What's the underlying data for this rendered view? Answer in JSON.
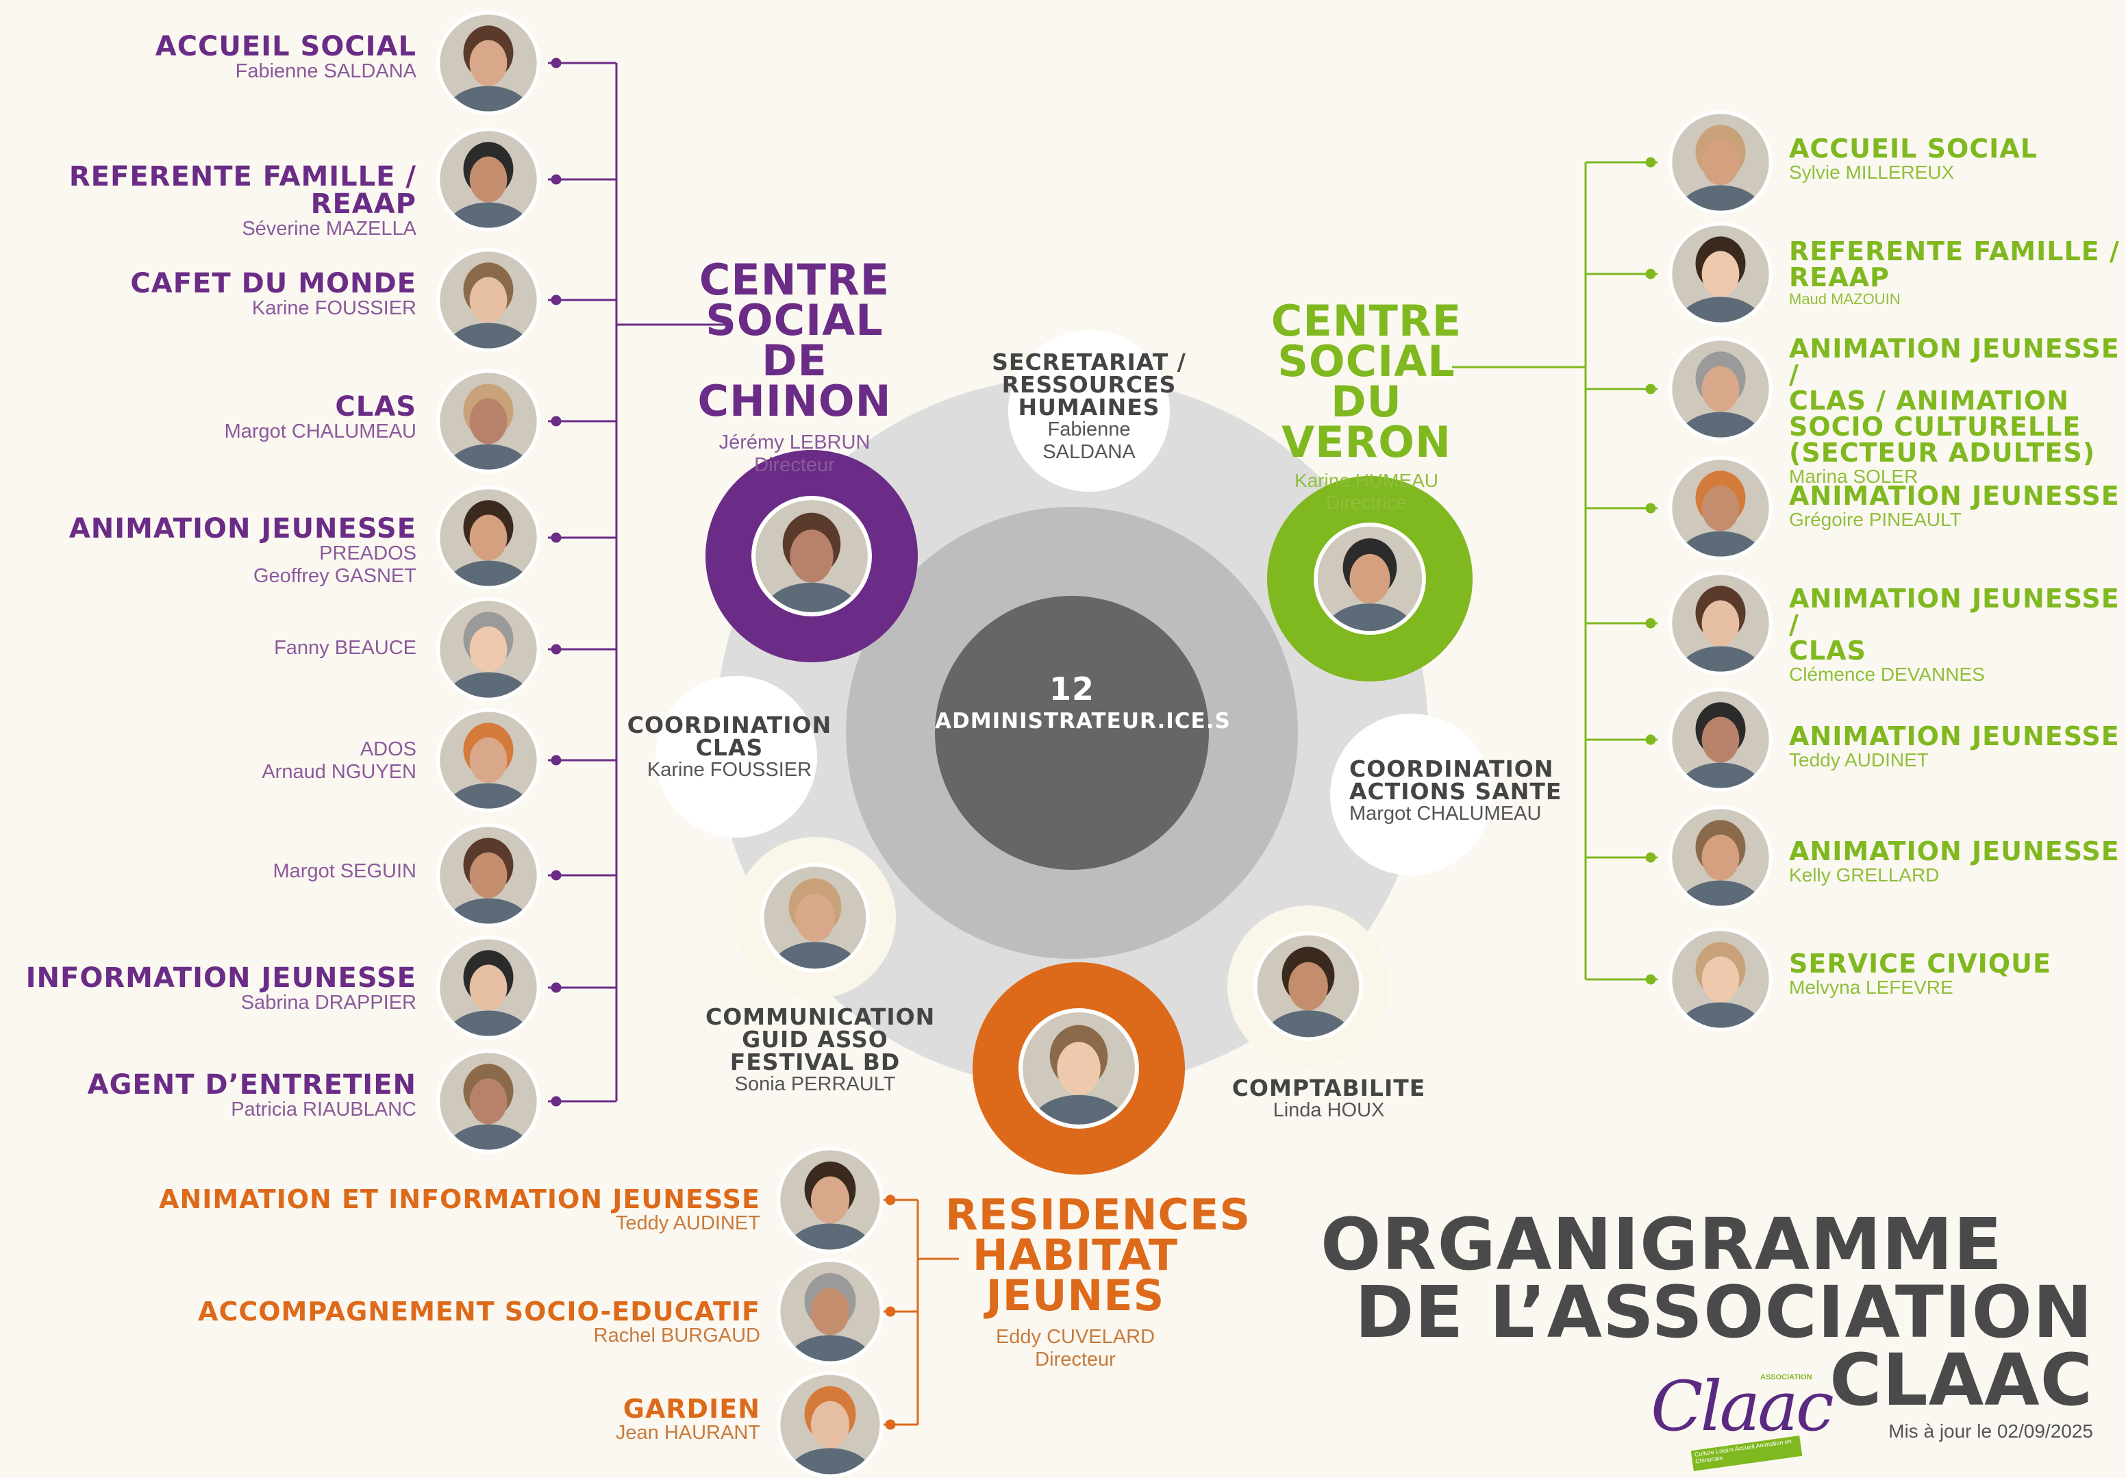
{
  "title": {
    "line1": "ORGANIGRAMME",
    "line2": "DE L’ASSOCIATION CLAAC",
    "updated": "Mis à jour le 02/09/2025"
  },
  "logo": {
    "small": "ASSOCIATION",
    "word": "Claac",
    "tagline": "Culture Loisirs Accueil Animation en Chinonais"
  },
  "center": {
    "count": "12",
    "label": "ADMINISTRATEUR.ICE.S"
  },
  "chinon": {
    "title": [
      "CENTRE",
      "SOCIAL",
      "DE CHINON"
    ],
    "name": "Jérémy LEBRUN",
    "role": "Directeur",
    "staff": [
      {
        "role": "ACCUEIL SOCIAL",
        "sub": "",
        "name": "Fabienne SALDANA"
      },
      {
        "role": "REFERENTE FAMILLE / REAAP",
        "sub": "",
        "name": "Séverine MAZELLA"
      },
      {
        "role": "CAFET DU MONDE",
        "sub": "",
        "name": "Karine FOUSSIER"
      },
      {
        "role": "CLAS",
        "sub": "",
        "name": "Margot CHALUMEAU"
      },
      {
        "role": "ANIMATION JEUNESSE",
        "sub": "PREADOS",
        "name": "Geoffrey GASNET"
      },
      {
        "role": "",
        "sub": "",
        "name": "Fanny BEAUCE"
      },
      {
        "role": "",
        "sub": "ADOS",
        "name": "Arnaud  NGUYEN"
      },
      {
        "role": "",
        "sub": "",
        "name": "Margot SEGUIN"
      },
      {
        "role": "INFORMATION JEUNESSE",
        "sub": "",
        "name": "Sabrina DRAPPIER"
      },
      {
        "role": "AGENT D’ENTRETIEN",
        "sub": "",
        "name": "Patricia RIAUBLANC"
      }
    ]
  },
  "veron": {
    "title": [
      "CENTRE",
      "SOCIAL",
      "DU VERON"
    ],
    "name": "Karine HUMEAU",
    "role": "Directrice",
    "staff": [
      {
        "role": [
          "ACCUEIL SOCIAL"
        ],
        "name": "Sylvie MILLEREUX"
      },
      {
        "role": [
          "REFERENTE FAMILLE /",
          "REAAP"
        ],
        "name": "Maud MAZOUIN"
      },
      {
        "role": [
          "ANIMATION JEUNESSE /",
          "CLAS / ANIMATION",
          "SOCIO CULTURELLE",
          "(SECTEUR ADULTES)"
        ],
        "name": "Marina SOLER"
      },
      {
        "role": [
          "ANIMATION JEUNESSE"
        ],
        "name": "Grégoire PINEAULT"
      },
      {
        "role": [
          "ANIMATION JEUNESSE /",
          "CLAS"
        ],
        "name": "Clémence DEVANNES"
      },
      {
        "role": [
          "ANIMATION JEUNESSE"
        ],
        "name": "Teddy AUDINET"
      },
      {
        "role": [
          "ANIMATION JEUNESSE"
        ],
        "name": "Kelly GRELLARD"
      },
      {
        "role": [
          "SERVICE CIVIQUE"
        ],
        "name": "Melvyna LEFEVRE"
      }
    ]
  },
  "rhj": {
    "title": [
      "RESIDENCES",
      "HABITAT",
      "JEUNES"
    ],
    "name": "Eddy CUVELARD",
    "role": "Directeur",
    "staff": [
      {
        "role": "ANIMATION ET INFORMATION JEUNESSE",
        "name": "Teddy AUDINET"
      },
      {
        "role": "ACCOMPAGNEMENT SOCIO-EDUCATIF",
        "name": "Rachel  BURGAUD"
      },
      {
        "role": "GARDIEN",
        "name": "Jean HAURANT"
      }
    ]
  },
  "ring": {
    "secretariat": {
      "role": [
        "SECRETARIAT /",
        "RESSOURCES HUMAINES"
      ],
      "name": [
        "Fabienne",
        "SALDANA"
      ]
    },
    "coord_clas": {
      "role": [
        "COORDINATION",
        "CLAS"
      ],
      "name": "Karine FOUSSIER"
    },
    "coord_sante": {
      "role": [
        "COORDINATION",
        "ACTIONS SANTE"
      ],
      "name": "Margot CHALUMEAU"
    },
    "communication": {
      "role": [
        "COMMUNICATION",
        "GUID ASSO",
        "FESTIVAL BD"
      ],
      "name": "Sonia PERRAULT"
    },
    "compta": {
      "role": [
        "COMPTABILITE"
      ],
      "name": "Linda HOUX"
    }
  },
  "colors": {
    "purple": "#6a2c86",
    "green": "#7fb81f",
    "orange": "#dd6a1a",
    "gray": "#555555",
    "bg": "#fbf8f1"
  }
}
